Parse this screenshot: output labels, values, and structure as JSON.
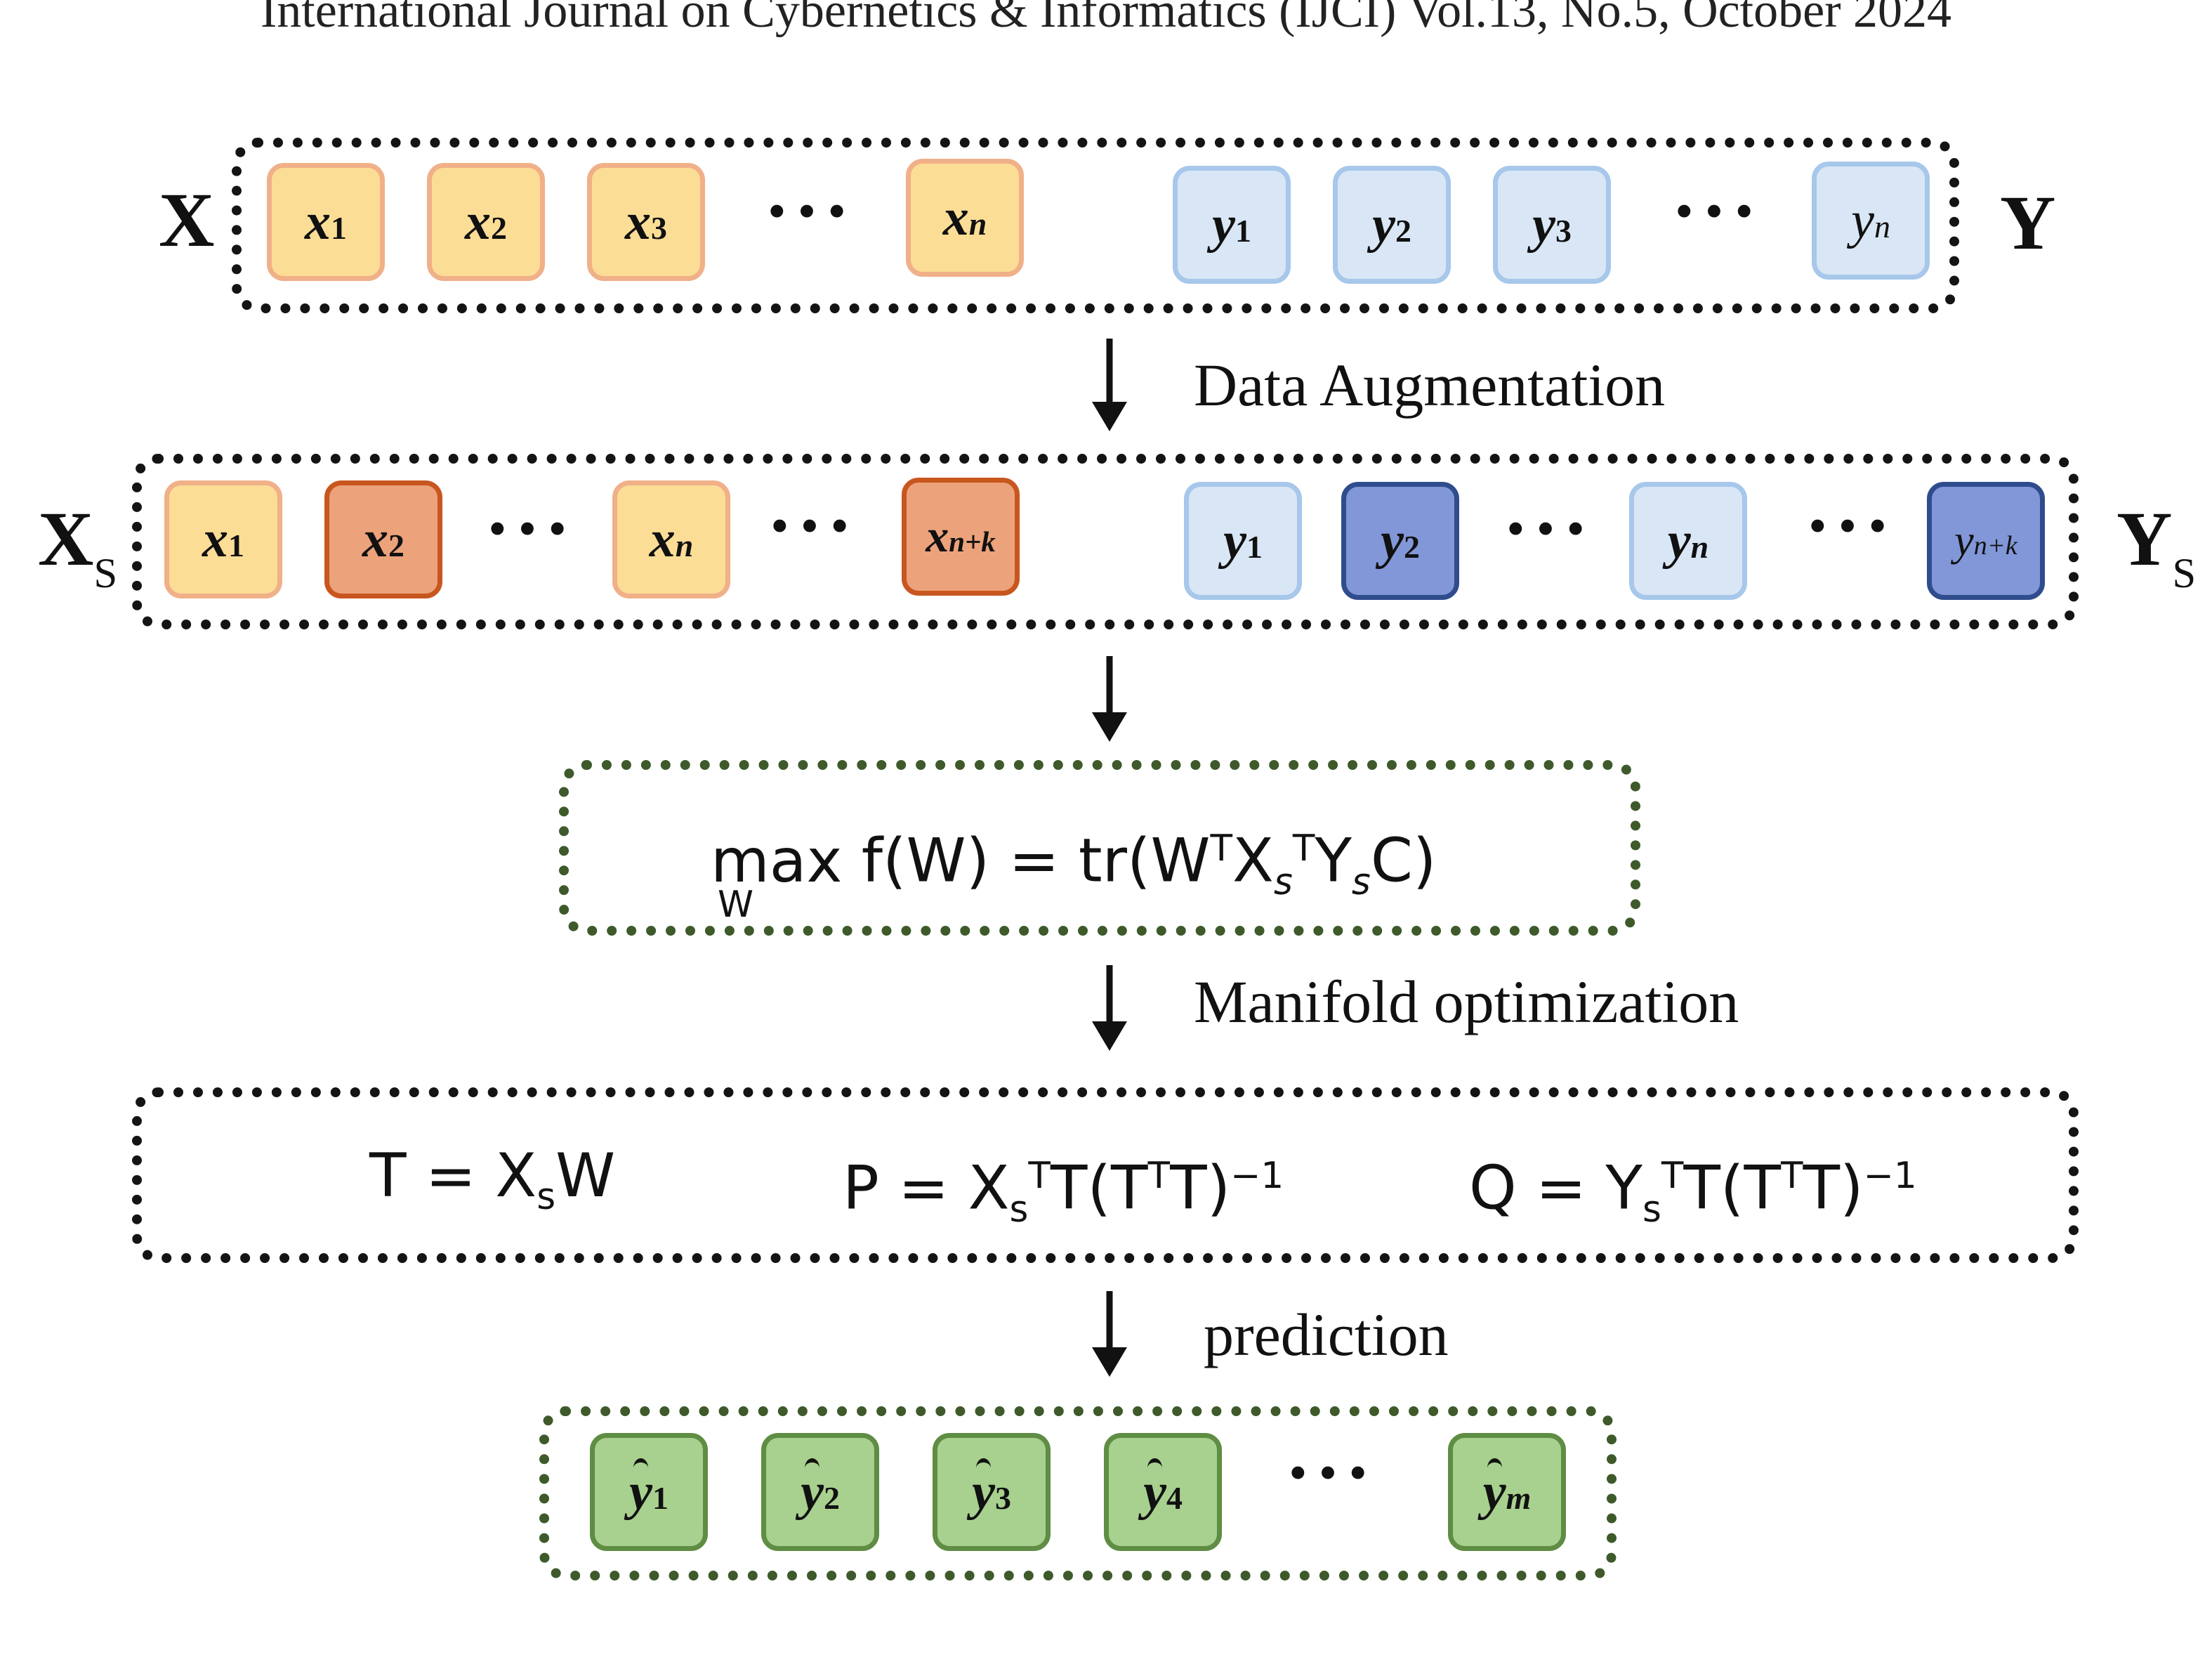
{
  "header": {
    "text": "International Journal on Cybernetics & Informatics (IJCI) Vol.13, No.5, October 2024"
  },
  "row1": {
    "left_label": "X",
    "right_label": "Y",
    "x_items": [
      {
        "base": "x",
        "sub": "1"
      },
      {
        "base": "x",
        "sub": "2"
      },
      {
        "base": "x",
        "sub": "3"
      },
      {
        "base": "x",
        "sub": "n"
      }
    ],
    "y_items": [
      {
        "base": "y",
        "sub": "1"
      },
      {
        "base": "y",
        "sub": "2"
      },
      {
        "base": "y",
        "sub": "3"
      },
      {
        "base": "y",
        "sub": "n"
      }
    ],
    "ellipsis": "···"
  },
  "step1": {
    "label": "Data Augmentation"
  },
  "row2": {
    "left_label": "X",
    "left_sub": "S",
    "right_label": "Y",
    "right_sub": "S",
    "x_items": [
      {
        "base": "x",
        "sub": "1"
      },
      {
        "base": "x",
        "sub": "2"
      },
      {
        "base": "x",
        "sub": "n"
      },
      {
        "base": "x",
        "sub": "n+k"
      }
    ],
    "y_items": [
      {
        "base": "y",
        "sub": "1"
      },
      {
        "base": "y",
        "sub": "2"
      },
      {
        "base": "y",
        "sub": "n"
      },
      {
        "base": "y",
        "sub": "n+k"
      }
    ],
    "ellipsis": "···"
  },
  "objective": {
    "op": "max",
    "op_under": "W",
    "lhs": "f(W) = tr(W",
    "sup_t1": "T",
    "x": "X",
    "sub_s1": "s",
    "sup_t2": "T",
    "y": "Y",
    "sub_s2": "s",
    "rest": "C)"
  },
  "step2": {
    "label": "Manifold optimization"
  },
  "equations": {
    "t_eq": {
      "lhs": "T = X",
      "sub": "s",
      "rhs": "W"
    },
    "p_eq": {
      "lhs": "P = X",
      "sub": "s",
      "sup": "T",
      "mid": "T(T",
      "sup2": "T",
      "end": "T)",
      "inv": "−1"
    },
    "q_eq": {
      "lhs": "Q = Y",
      "sub": "s",
      "sup": "T",
      "mid": "T(T",
      "sup2": "T",
      "end": "T)",
      "inv": "−1"
    }
  },
  "step3": {
    "label": "prediction"
  },
  "row3": {
    "items": [
      {
        "base": "y",
        "sub": "1"
      },
      {
        "base": "y",
        "sub": "2"
      },
      {
        "base": "y",
        "sub": "3"
      },
      {
        "base": "y",
        "sub": "4"
      },
      {
        "base": "y",
        "sub": "m"
      }
    ],
    "ellipsis": "···"
  },
  "colors": {
    "x_light": "#fcdd96",
    "x_dark": "#eca27a",
    "y_light": "#d9e6f5",
    "y_dark": "#8297d8",
    "pred": "#a8d08f",
    "frame_black": "#141414",
    "frame_green": "#3e5a2b"
  }
}
